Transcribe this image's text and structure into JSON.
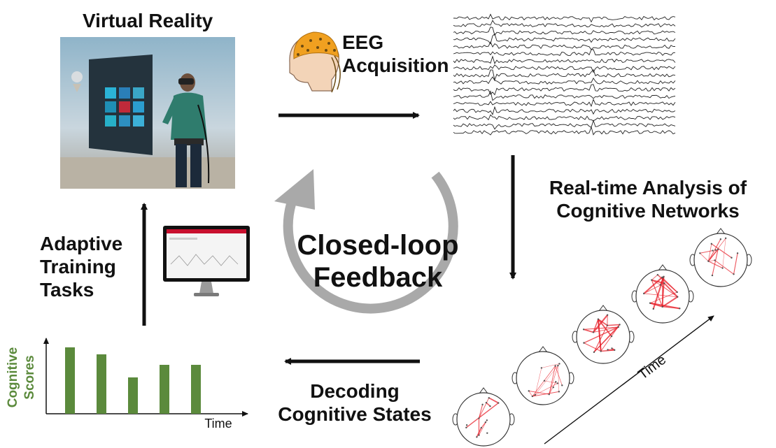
{
  "labels": {
    "virtual_reality": "Virtual Reality",
    "eeg_line1": "EEG",
    "eeg_line2": "Acquisition",
    "realtime_line1": "Real-time Analysis of",
    "realtime_line2": "Cognitive Networks",
    "adaptive_line1": "Adaptive",
    "adaptive_line2": "Training",
    "adaptive_line3": "Tasks",
    "closed_line1": "Closed-loop",
    "closed_line2": "Feedback",
    "decoding_line1": "Decoding",
    "decoding_line2": "Cognitive States",
    "time_diagonal": "Time"
  },
  "colors": {
    "arrow": "#111111",
    "loop_arrow": "#a9a9a9",
    "bar": "#5b8a3c",
    "network_edge": "#e8202a",
    "monitor_header": "#c8102e"
  },
  "chart_data": {
    "type": "bar",
    "categories": [
      "",
      "",
      "",
      "",
      ""
    ],
    "values": [
      0.95,
      0.85,
      0.52,
      0.7,
      0.7
    ],
    "title": "",
    "xlabel": "Time",
    "ylabel": "Cognitive Scores",
    "ylim": [
      0,
      1.2
    ],
    "grid": false,
    "bar_color": "#5b8a3c"
  },
  "icons": [
    "vr-scene-image",
    "eeg-cap-head-icon",
    "eeg-waveform-image",
    "monitor-icon",
    "brain-network-head-icon"
  ]
}
